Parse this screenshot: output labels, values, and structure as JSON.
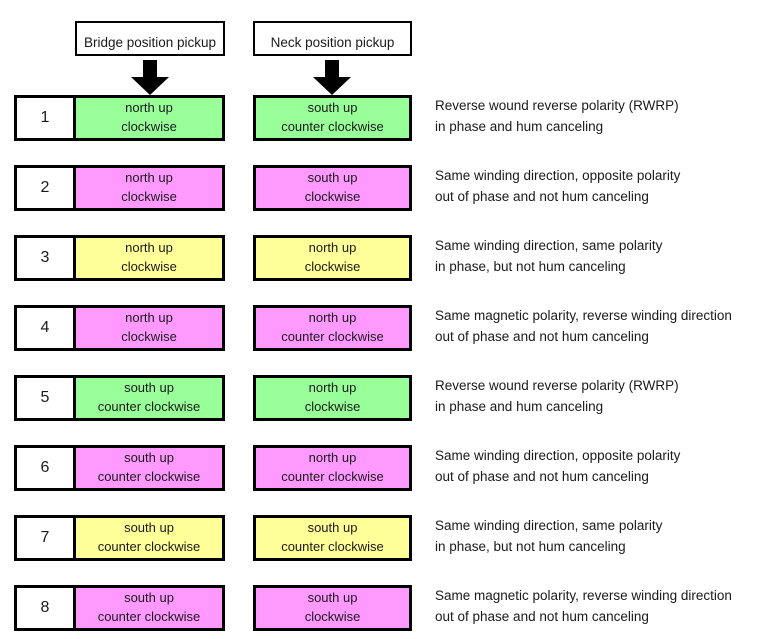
{
  "headers": {
    "bridge": "Bridge position pickup",
    "neck": "Neck position pickup",
    "arrow_icon": "down-arrow-icon"
  },
  "colors": {
    "green": "#99FF99",
    "pink": "#FF99FF",
    "yellow": "#FFFF99",
    "white": "#FFFFFF",
    "border": "#000000",
    "text": "#1A1A1A"
  },
  "rows": [
    {
      "number": "1",
      "color": "#99FF99",
      "bridge": {
        "polarity": "north up",
        "winding": "clockwise"
      },
      "neck": {
        "polarity": "south up",
        "winding": "counter clockwise"
      },
      "desc_line1": "Reverse wound reverse polarity (RWRP)",
      "desc_line2": "in phase and hum canceling"
    },
    {
      "number": "2",
      "color": "#FF99FF",
      "bridge": {
        "polarity": "north up",
        "winding": "clockwise"
      },
      "neck": {
        "polarity": "south up",
        "winding": "clockwise"
      },
      "desc_line1": "Same winding direction, opposite polarity",
      "desc_line2": "out of phase and not hum canceling"
    },
    {
      "number": "3",
      "color": "#FFFF99",
      "bridge": {
        "polarity": "north up",
        "winding": "clockwise"
      },
      "neck": {
        "polarity": "north up",
        "winding": "clockwise"
      },
      "desc_line1": "Same winding direction, same polarity",
      "desc_line2": "in phase, but not hum canceling"
    },
    {
      "number": "4",
      "color": "#FF99FF",
      "bridge": {
        "polarity": "north up",
        "winding": "clockwise"
      },
      "neck": {
        "polarity": "north up",
        "winding": "counter clockwise"
      },
      "desc_line1": "Same magnetic polarity, reverse winding direction",
      "desc_line2": "out of phase and not hum canceling"
    },
    {
      "number": "5",
      "color": "#99FF99",
      "bridge": {
        "polarity": "south up",
        "winding": "counter clockwise"
      },
      "neck": {
        "polarity": "north up",
        "winding": "clockwise"
      },
      "desc_line1": "Reverse wound reverse polarity (RWRP)",
      "desc_line2": "in phase and hum canceling"
    },
    {
      "number": "6",
      "color": "#FF99FF",
      "bridge": {
        "polarity": "south up",
        "winding": "counter clockwise"
      },
      "neck": {
        "polarity": "north up",
        "winding": "counter clockwise"
      },
      "desc_line1": "Same winding direction, opposite polarity",
      "desc_line2": "out of phase and not hum canceling"
    },
    {
      "number": "7",
      "color": "#FFFF99",
      "bridge": {
        "polarity": "south up",
        "winding": "counter clockwise"
      },
      "neck": {
        "polarity": "south up",
        "winding": "counter clockwise"
      },
      "desc_line1": "Same winding direction, same polarity",
      "desc_line2": "in phase, but not hum canceling"
    },
    {
      "number": "8",
      "color": "#FF99FF",
      "bridge": {
        "polarity": "south up",
        "winding": "counter clockwise"
      },
      "neck": {
        "polarity": "south up",
        "winding": "clockwise"
      },
      "desc_line1": "Same magnetic polarity, reverse winding direction",
      "desc_line2": "out of phase and not hum canceling"
    }
  ]
}
